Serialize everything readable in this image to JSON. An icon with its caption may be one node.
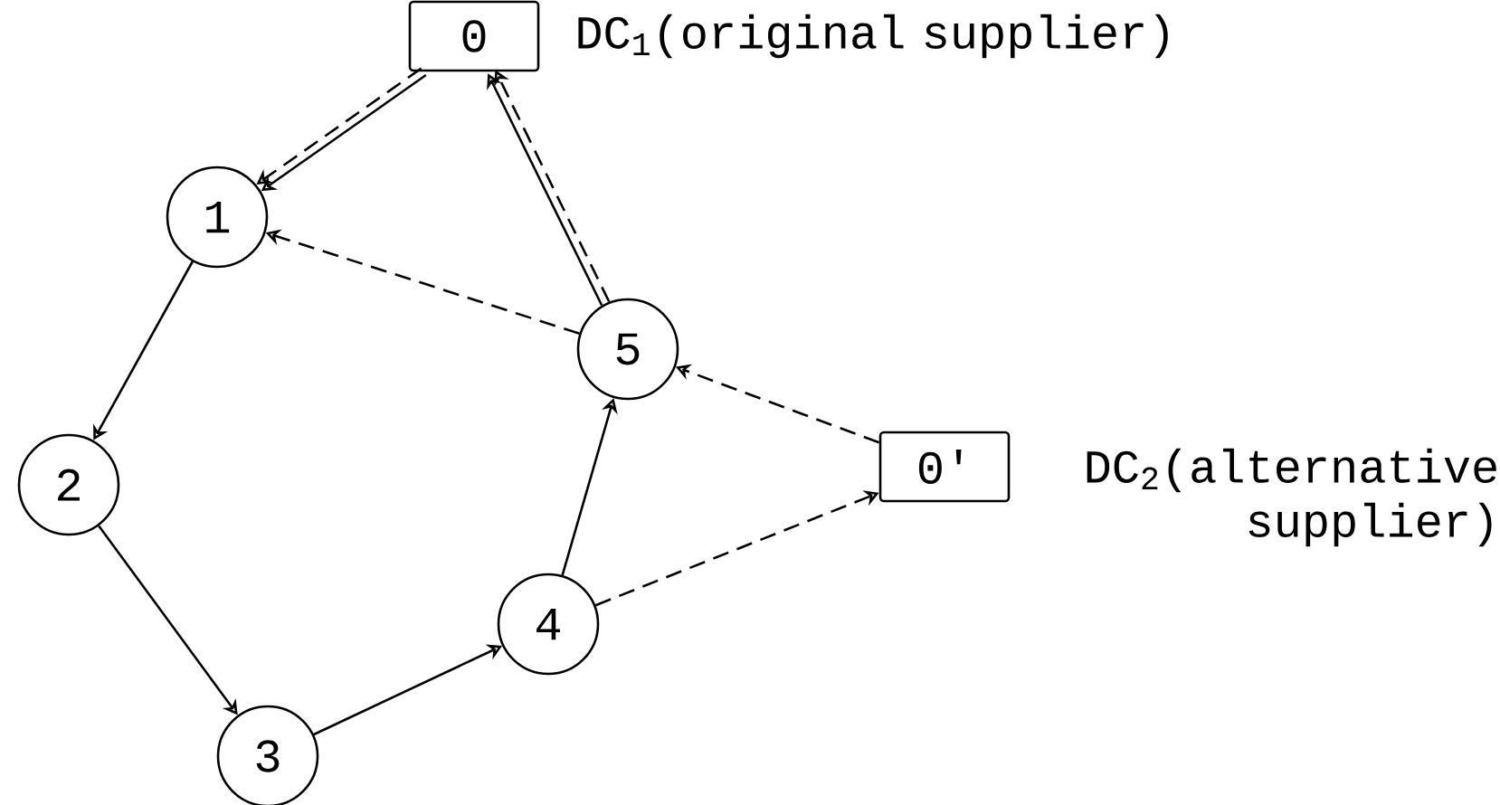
{
  "diagram": {
    "nodes": [
      {
        "text": [
          "0"
        ],
        "beside": [
          "DC$_{1}$(original supplier)"
        ]
      },
      {
        "text": [
          "1"
        ]
      },
      {
        "text": [
          "2"
        ]
      },
      {
        "text": [
          "3"
        ]
      },
      {
        "text": [
          "4"
        ]
      },
      {
        "text": [
          "5"
        ]
      },
      {
        "text": [
          "0'"
        ],
        "beside": [
          "DC$_{2}$(alternative supplier)"
        ]
      }
    ],
    "edges": [
      {
        "from": 0,
        "to": 1,
        "arrow": "to"
      },
      {
        "from": 0,
        "to": 1,
        "arrow": "to",
        "style": "dashed"
      },
      {
        "from": 1,
        "to": 2,
        "arrow": "to"
      },
      {
        "from": 2,
        "to": 3,
        "arrow": "to"
      },
      {
        "from": 3,
        "to": 4,
        "arrow": "to"
      },
      {
        "from": 4,
        "to": 5,
        "arrow": "to"
      },
      {
        "from": 5,
        "to": 0,
        "arrow": "to"
      },
      {
        "from": 5,
        "to": 0,
        "arrow": "to",
        "style": "dashed"
      },
      {
        "from": 5,
        "to": 1,
        "arrow": "to",
        "style": "dashed"
      },
      {
        "from": 6,
        "to": 5,
        "arrow": "to",
        "style": "dashed"
      },
      {
        "from": 4,
        "to": 6,
        "arrow": "to",
        "style": "dashed"
      }
    ]
  }
}
